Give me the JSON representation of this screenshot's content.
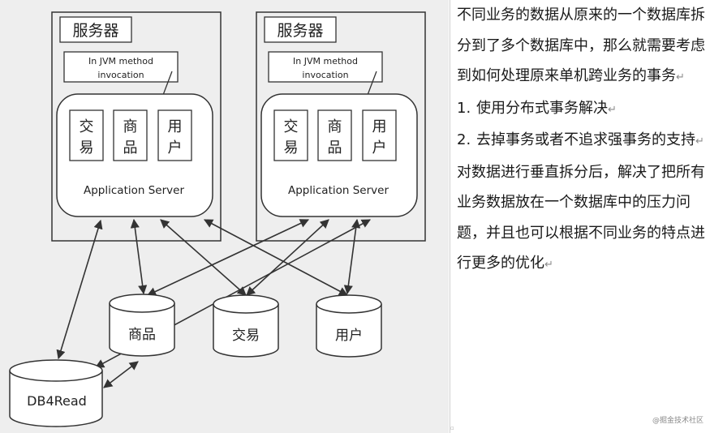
{
  "diagram": {
    "server_left": {
      "title": "服务器",
      "jvm_note_line1": "In JVM method",
      "jvm_note_line2": "invocation",
      "modules": [
        {
          "line1": "交",
          "line2": "易"
        },
        {
          "line1": "商",
          "line2": "品"
        },
        {
          "line1": "用",
          "line2": "户"
        }
      ],
      "app_server": "Application Server"
    },
    "server_right": {
      "title": "服务器",
      "jvm_note_line1": "In JVM method",
      "jvm_note_line2": "invocation",
      "modules": [
        {
          "line1": "交",
          "line2": "易"
        },
        {
          "line1": "商",
          "line2": "品"
        },
        {
          "line1": "用",
          "line2": "户"
        }
      ],
      "app_server": "Application Server"
    },
    "databases": {
      "goods": "商品",
      "trade": "交易",
      "user": "用户",
      "read": "DB4Read"
    }
  },
  "text": {
    "para1": "不同业务的数据从原来的一个数据库拆分到了多个数据库中，那么就需要考虑到如何处理原来单机跨业务的事务",
    "para1_tail": "务",
    "list": [
      {
        "num": "1.",
        "text": "使用分布式事务解决"
      },
      {
        "num": "2.",
        "text": "去掉事务或者不追求强事务的支持"
      }
    ],
    "para2": "对数据进行垂直拆分后，解决了把所有业务数据放在一个数据库中的压力问题，并且也可以根据不同业务的特点进行更多的优化",
    "return_mark": "↵"
  },
  "watermark": "@掘金技术社区"
}
